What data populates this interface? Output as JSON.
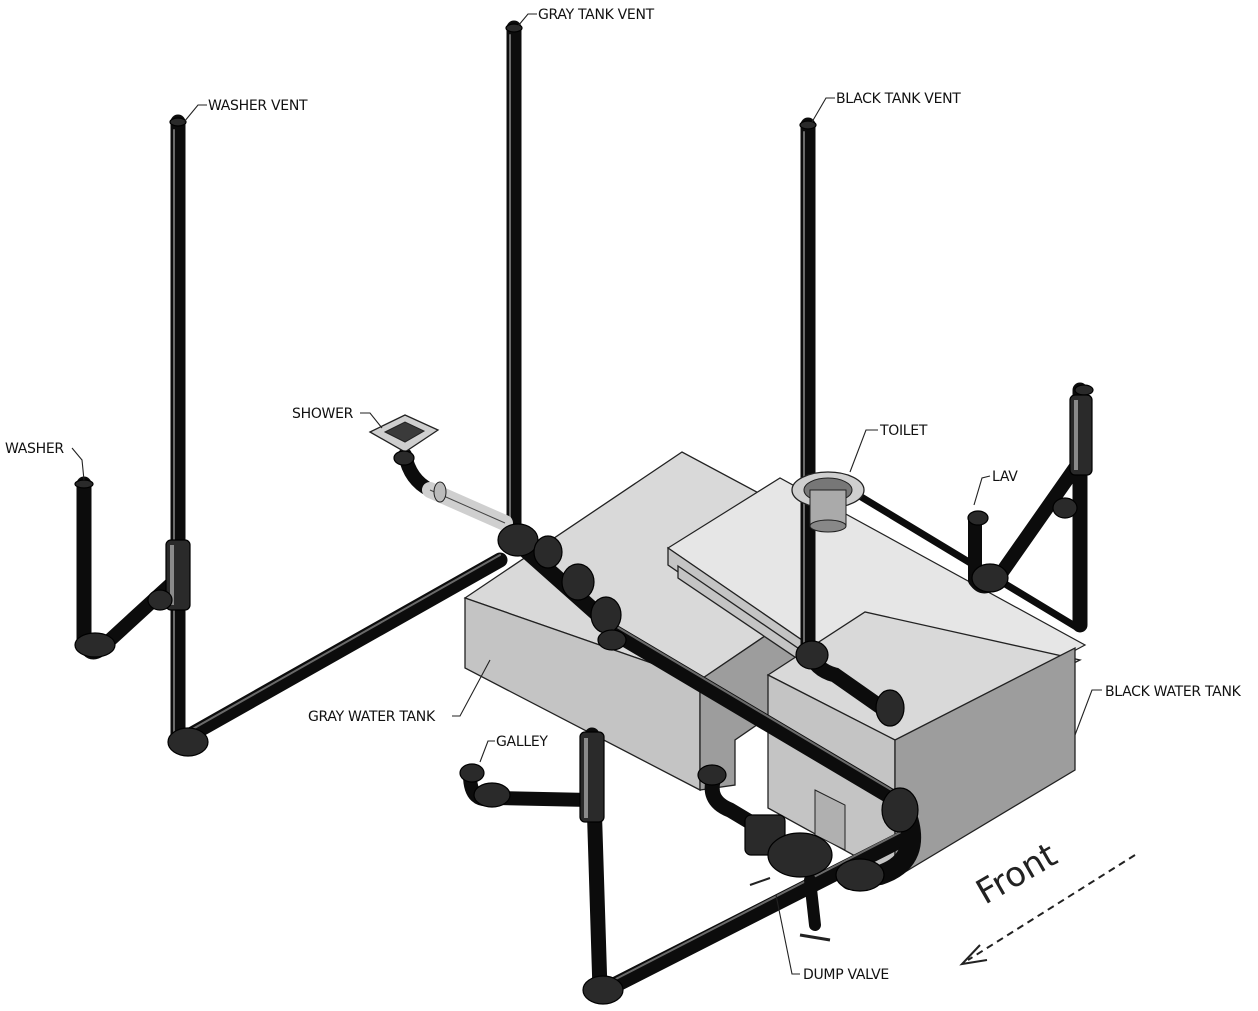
{
  "labels": {
    "gray_tank_vent": "GRAY TANK VENT",
    "washer_vent": "WASHER VENT",
    "black_tank_vent": "BLACK TANK VENT",
    "shower": "SHOWER",
    "washer": "WASHER",
    "toilet": "TOILET",
    "lav": "LAV",
    "black_water_tank": "BLACK WATER TANK",
    "gray_water_tank": "GRAY WATER TANK",
    "galley": "GALLEY",
    "dump_valve": "DUMP VALVE",
    "front": "Front"
  },
  "colors": {
    "pipe": "#0c0c0c",
    "tank_top": "#d9d9d9",
    "tank_front": "#c4c4c4",
    "tank_side": "#9d9d9d",
    "background": "#ffffff"
  }
}
